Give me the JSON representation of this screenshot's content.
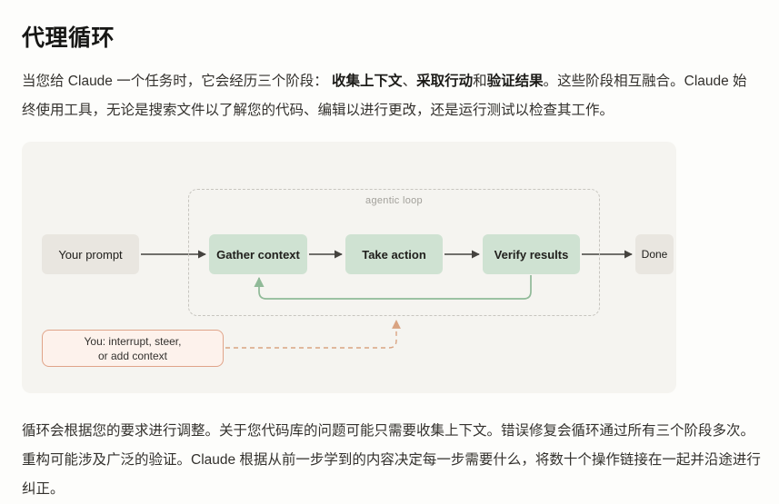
{
  "page": {
    "title": "代理循环",
    "intro": {
      "part1": "当您给 Claude 一个任务时，它会经历三个阶段： ",
      "bold1": "收集上下文",
      "sep1": "、",
      "bold2": "采取行动",
      "sep2": "和",
      "bold3": "验证结果",
      "part2": "。这些阶段相互融合。Claude 始终使用工具，无论是搜索文件以了解您的代码、编辑以进行更改，还是运行测试以检查其工作。"
    },
    "outro": "循环会根据您的要求进行调整。关于您代码库的问题可能只需要收集上下文。错误修复会循环通过所有三个阶段多次。重构可能涉及广泛的验证。Claude 根据从前一步学到的内容决定每一步需要什么，将数十个操作链接在一起并沿途进行纠正。"
  },
  "diagram": {
    "loop_label": "agentic loop",
    "nodes": {
      "prompt": "Your prompt",
      "gather": "Gather context",
      "action": "Take action",
      "verify": "Verify results",
      "done": "Done"
    },
    "interrupt": {
      "line1": "You: interrupt, steer,",
      "line2": "or add context"
    },
    "colors": {
      "node_green": "#cfe2d2",
      "node_gray": "#e9e6e0",
      "loop_green": "#90ba98",
      "arrow": "#45433f",
      "interrupt_bg": "#fdf2ec",
      "interrupt_border": "#e0a489",
      "interrupt_arrow": "#d9a381",
      "diagram_bg": "#f5f4f0",
      "dashed_border": "#c7c5bf"
    }
  }
}
